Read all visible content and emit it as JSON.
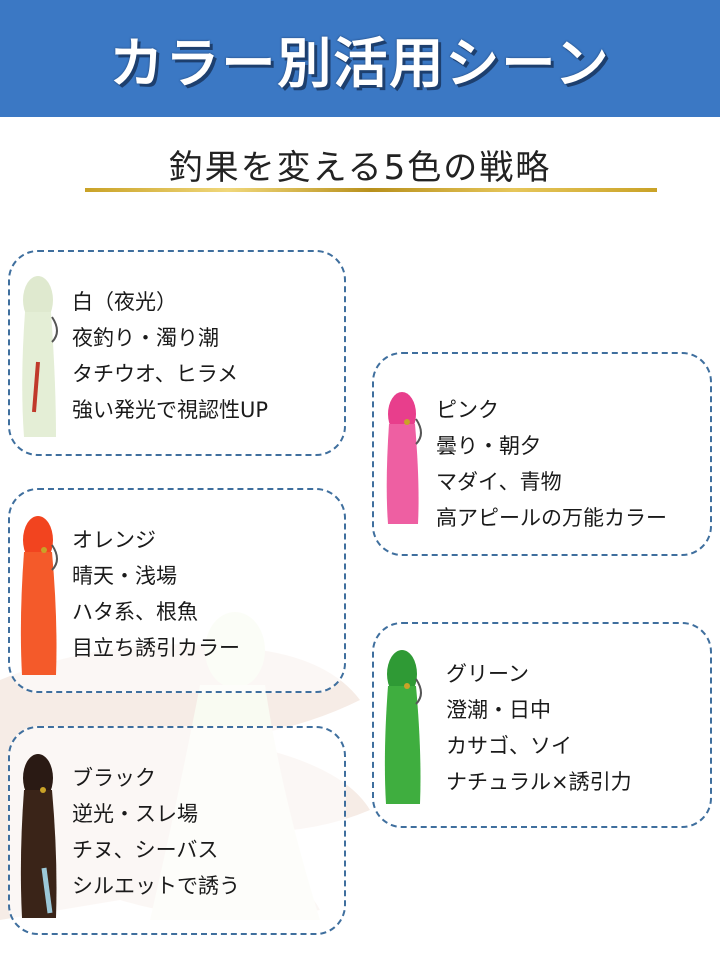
{
  "header": {
    "title": "カラー別活用シーン",
    "bg_color": "#3b78c4"
  },
  "subtitle": "釣果を変える5色の戦略",
  "cards": [
    {
      "color_name": "白（夜光）",
      "conditions": "夜釣り・濁り潮",
      "target_fish": "タチウオ、ヒラメ",
      "feature": "強い発光で視認性UP",
      "lure_color": "#dfe9cf",
      "icon": "octopus-lure-white"
    },
    {
      "color_name": "ピンク",
      "conditions": "曇り・朝夕",
      "target_fish": "マダイ、青物",
      "feature": "高アピールの万能カラー",
      "lure_color": "#e83e8c",
      "icon": "octopus-lure-pink"
    },
    {
      "color_name": "オレンジ",
      "conditions": "晴天・浅場",
      "target_fish": "ハタ系、根魚",
      "feature": "目立ち誘引カラー",
      "lure_color": "#f2441f",
      "icon": "octopus-lure-orange"
    },
    {
      "color_name": "グリーン",
      "conditions": "澄潮・日中",
      "target_fish": "カサゴ、ソイ",
      "feature": "ナチュラル×誘引力",
      "lure_color": "#2f9a35",
      "icon": "octopus-lure-green"
    },
    {
      "color_name": "ブラック",
      "conditions": "逆光・スレ場",
      "target_fish": "チヌ、シーバス",
      "feature": "シルエットで誘う",
      "lure_color": "#2a1a14",
      "icon": "octopus-lure-black"
    }
  ]
}
